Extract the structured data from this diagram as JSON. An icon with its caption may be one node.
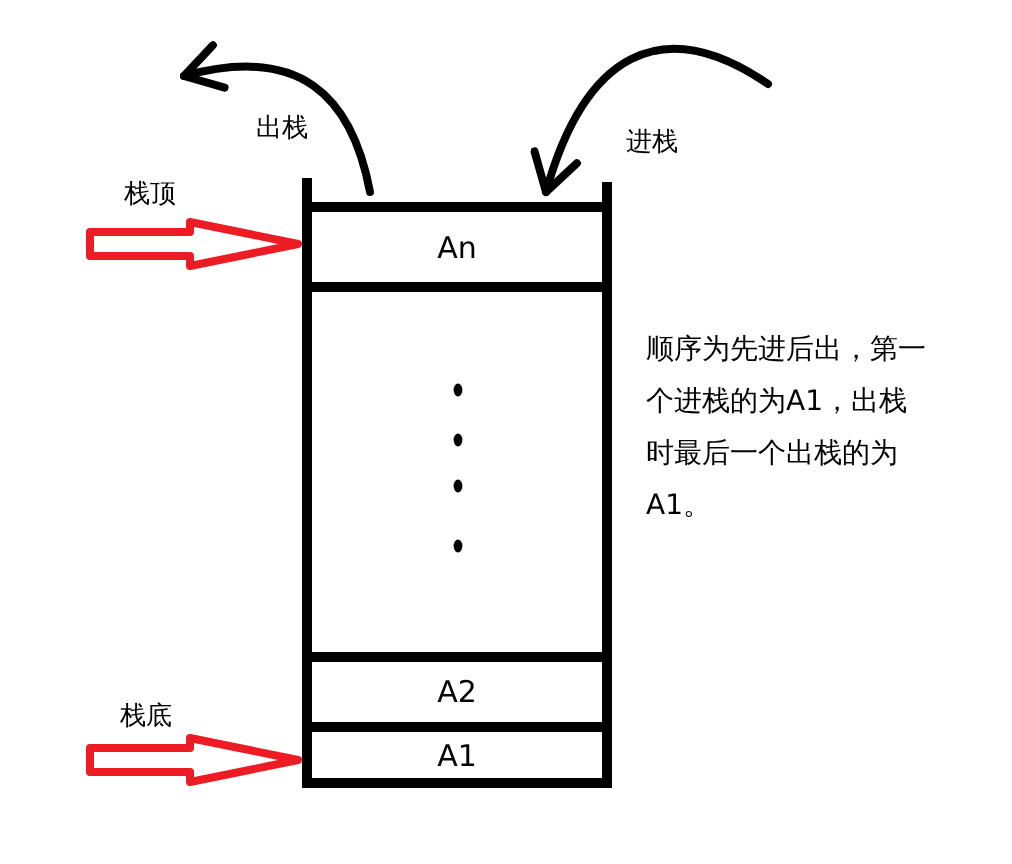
{
  "diagram": {
    "nodes": [
      {
        "text": [
          "An"
        ]
      },
      {
        "text": [],
        "shape": "box"
      },
      {
        "text": [
          "A2"
        ]
      },
      {
        "text": [
          "A1"
        ]
      }
    ],
    "edges": [
      {
        "from": 0,
        "to": null,
        "arrow": "to",
        "label": "出栈"
      },
      {
        "from": null,
        "to": 0,
        "arrow": "to",
        "label": "进栈"
      },
      {
        "from": null,
        "to": 0,
        "arrow": "to",
        "style": "thick",
        "color": "#ed1c24"
      },
      {
        "from": null,
        "to": 3,
        "arrow": "to",
        "style": "thick",
        "color": "#ed1c24"
      }
    ],
    "labels": [
      "栈顶",
      "栈底",
      "顺序为先进后出，第一个进栈的为A1，出栈时最后一个出栈的为A1。"
    ]
  }
}
